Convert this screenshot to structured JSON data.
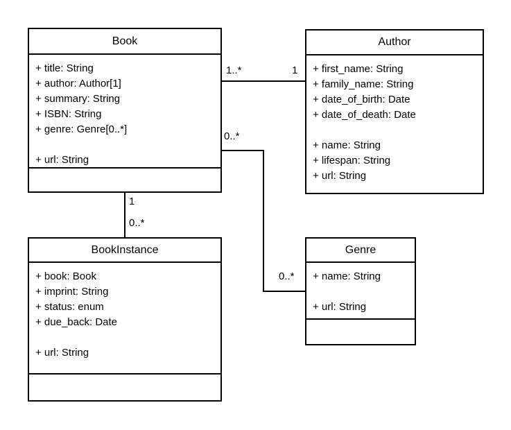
{
  "classes": {
    "book": {
      "name": "Book",
      "attributes": [
        "+ title: String",
        "+ author: Author[1]",
        "+ summary: String",
        "+ ISBN: String",
        "+ genre: Genre[0..*]",
        "",
        "+ url: String"
      ]
    },
    "author": {
      "name": "Author",
      "attributes": [
        "+ first_name: String",
        "+ family_name: String",
        "+ date_of_birth: Date",
        "+ date_of_death: Date",
        "",
        "+ name: String",
        "+ lifespan: String",
        "+ url: String"
      ]
    },
    "bookinstance": {
      "name": "BookInstance",
      "attributes": [
        "+ book: Book",
        "+ imprint: String",
        "+ status: enum",
        "+ due_back: Date",
        "",
        "+ url: String"
      ]
    },
    "genre": {
      "name": "Genre",
      "attributes": [
        "+ name: String",
        "",
        "+ url: String"
      ]
    }
  },
  "relationships": {
    "book_author": {
      "from": "Book",
      "to": "Author",
      "from_label": "1..*",
      "to_label": "1"
    },
    "book_bookinstance": {
      "from": "Book",
      "to": "BookInstance",
      "from_label": "1",
      "to_label": "0..*"
    },
    "book_genre": {
      "from": "Book",
      "to": "Genre",
      "from_label": "0..*",
      "to_label": "0..*"
    }
  },
  "colors": {
    "line": "#000000",
    "background": "#ffffff",
    "box_fill": "#ffffff"
  }
}
